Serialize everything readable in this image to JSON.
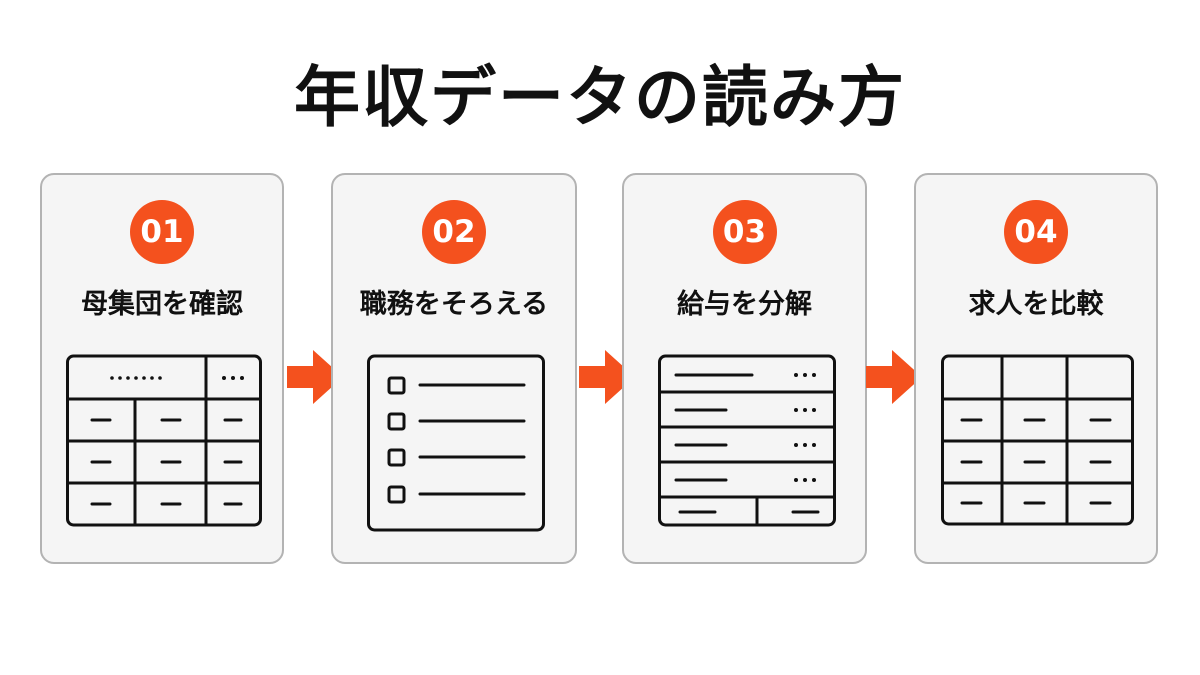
{
  "title": "年収データの読み方",
  "colors": {
    "accent": "#f4511e",
    "card_bg": "#f5f5f5",
    "card_border": "#b3b3b3",
    "ink": "#111111"
  },
  "steps": [
    {
      "number": "01",
      "label": "母集団を確認",
      "icon": "table-icon"
    },
    {
      "number": "02",
      "label": "職務をそろえる",
      "icon": "checklist-icon"
    },
    {
      "number": "03",
      "label": "給与を分解",
      "icon": "breakdown-list-icon"
    },
    {
      "number": "04",
      "label": "求人を比較",
      "icon": "comparison-table-icon"
    }
  ],
  "connectors": [
    "arrow-right-icon",
    "arrow-right-icon",
    "arrow-right-icon"
  ]
}
